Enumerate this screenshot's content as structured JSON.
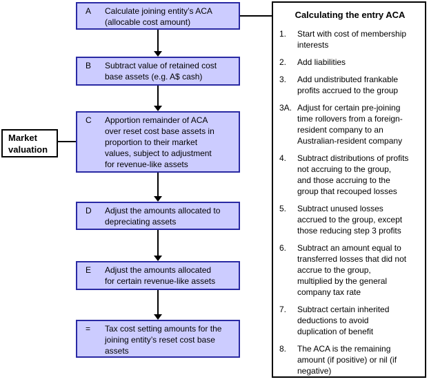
{
  "flowchart": {
    "boxes": [
      {
        "key": "A",
        "text": "Calculate joining entity’s ACA\n(allocable cost amount)"
      },
      {
        "key": "B",
        "text": "Subtract value of retained cost\nbase assets (e.g. A$ cash)"
      },
      {
        "key": "C",
        "text": "Apportion remainder of ACA\nover reset cost base assets in\nproportion to their market\nvalues, subject to adjustment\nfor revenue-like assets"
      },
      {
        "key": "D",
        "text": "Adjust the amounts allocated to\ndepreciating assets"
      },
      {
        "key": "E",
        "text": "Adjust the amounts allocated\nfor certain revenue-like assets"
      },
      {
        "key": "=",
        "text": "Tax cost setting amounts for the\njoining entity’s reset cost base\nassets"
      }
    ],
    "side_label": "Market\nvaluation"
  },
  "panel": {
    "title": "Calculating the entry ACA",
    "items": [
      {
        "num": "1.",
        "text": "Start with cost of membership\ninterests"
      },
      {
        "num": "2.",
        "text": "Add liabilities"
      },
      {
        "num": "3.",
        "text": "Add undistributed frankable\nprofits accrued to the group"
      },
      {
        "num": "3A.",
        "text": "Adjust for certain pre-joining\ntime rollovers from a foreign-\nresident company to an\nAustralian-resident company"
      },
      {
        "num": "4.",
        "text": "Subtract distributions of profits\nnot accruing to the group,\nand those accruing to the\ngroup that recouped losses"
      },
      {
        "num": "5.",
        "text": "Subtract unused losses\naccrued to the group, except\nthose reducing step 3 profits"
      },
      {
        "num": "6.",
        "text": "Subtract an amount equal to\ntransferred losses that did not\naccrue to the group,\nmultiplied by the general\ncompany tax rate"
      },
      {
        "num": "7.",
        "text": "Subtract certain inherited\ndeductions to avoid\nduplication of benefit"
      },
      {
        "num": "8.",
        "text": "The ACA is the remaining\namount (if positive) or nil (if\nnegative)"
      }
    ]
  },
  "colors": {
    "box_fill": "#ccccff",
    "box_border": "#2929a3",
    "line": "#000000",
    "background": "#ffffff"
  }
}
